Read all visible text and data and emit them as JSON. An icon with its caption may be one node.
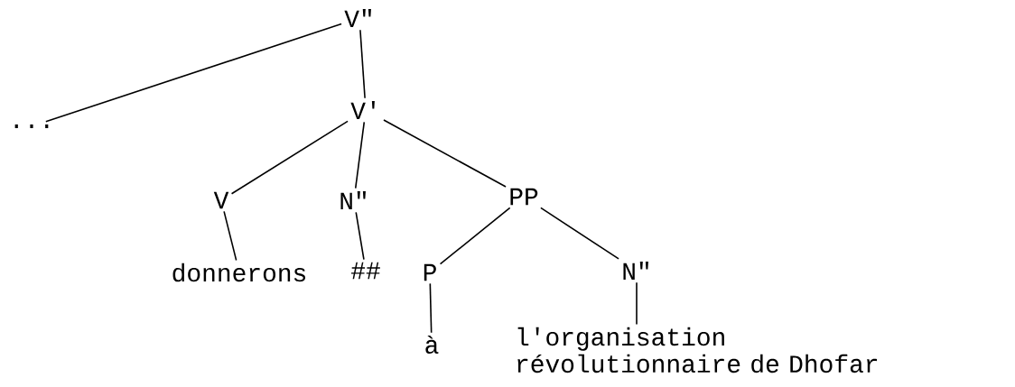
{
  "diagram": {
    "nodes": [
      {
        "text": [
          "V\""
        ]
      },
      {
        "text": [
          "..."
        ]
      },
      {
        "text": [
          "V'"
        ]
      },
      {
        "text": [
          "V"
        ]
      },
      {
        "text": [
          "N\""
        ]
      },
      {
        "text": [
          "PP"
        ]
      },
      {
        "text": [
          "donnerons"
        ]
      },
      {
        "text": [
          "##"
        ]
      },
      {
        "text": [
          "P"
        ]
      },
      {
        "text": [
          "N\""
        ]
      },
      {
        "text": [
          "à"
        ]
      },
      {
        "text": [
          "l'organisation révolutionnaire de Dhofar"
        ]
      }
    ],
    "edges": [
      {
        "from": 0,
        "to": 1,
        "arrow": "none"
      },
      {
        "from": 0,
        "to": 2,
        "arrow": "none"
      },
      {
        "from": 2,
        "to": 3,
        "arrow": "none"
      },
      {
        "from": 2,
        "to": 4,
        "arrow": "none"
      },
      {
        "from": 2,
        "to": 5,
        "arrow": "none"
      },
      {
        "from": 3,
        "to": 6,
        "arrow": "none"
      },
      {
        "from": 4,
        "to": 7,
        "arrow": "none"
      },
      {
        "from": 5,
        "to": 8,
        "arrow": "none"
      },
      {
        "from": 5,
        "to": 9,
        "arrow": "none"
      },
      {
        "from": 8,
        "to": 10,
        "arrow": "none"
      },
      {
        "from": 9,
        "to": 11,
        "arrow": "none"
      }
    ]
  }
}
